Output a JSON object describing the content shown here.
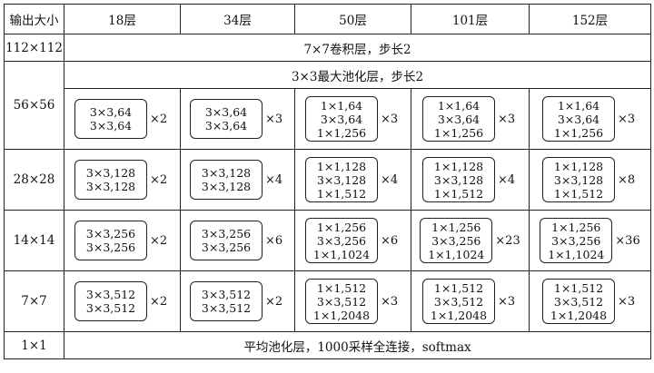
{
  "table": {
    "header": [
      "输出大小",
      "18层",
      "34层",
      "50层",
      "101层",
      "152层"
    ],
    "conv1": {
      "size": "112×112",
      "text": "7×7卷积层，步长2"
    },
    "pool": {
      "text": "3×3最大池化层，步长2"
    },
    "stages": [
      {
        "size": "56×56",
        "blocks": [
          {
            "lines": [
              "3×3,64",
              "3×3,64"
            ],
            "mult": "×2"
          },
          {
            "lines": [
              "3×3,64",
              "3×3,64"
            ],
            "mult": "×3"
          },
          {
            "lines": [
              "1×1,64",
              "3×3,64",
              "1×1,256"
            ],
            "mult": "×3"
          },
          {
            "lines": [
              "1×1,64",
              "3×3,64",
              "1×1,256"
            ],
            "mult": "×3"
          },
          {
            "lines": [
              "1×1,64",
              "3×3,64",
              "1×1,256"
            ],
            "mult": "×3"
          }
        ]
      },
      {
        "size": "28×28",
        "blocks": [
          {
            "lines": [
              "3×3,128",
              "3×3,128"
            ],
            "mult": "×2"
          },
          {
            "lines": [
              "3×3,128",
              "3×3,128"
            ],
            "mult": "×4"
          },
          {
            "lines": [
              "1×1,128",
              "3×3,128",
              "1×1,512"
            ],
            "mult": "×4"
          },
          {
            "lines": [
              "1×1,128",
              "3×3,128",
              "1×1,512"
            ],
            "mult": "×4"
          },
          {
            "lines": [
              "1×1,128",
              "3×3,128",
              "1×1,512"
            ],
            "mult": "×8"
          }
        ]
      },
      {
        "size": "14×14",
        "blocks": [
          {
            "lines": [
              "3×3,256",
              "3×3,256"
            ],
            "mult": "×2"
          },
          {
            "lines": [
              "3×3,256",
              "3×3,256"
            ],
            "mult": "×6"
          },
          {
            "lines": [
              "1×1,256",
              "3×3,256",
              "1×1,1024"
            ],
            "mult": "×6"
          },
          {
            "lines": [
              "1×1,256",
              "3×3,256",
              "1×1,1024"
            ],
            "mult": "×23"
          },
          {
            "lines": [
              "1×1,256",
              "3×3,256",
              "1×1,1024"
            ],
            "mult": "×36"
          }
        ]
      },
      {
        "size": "7×7",
        "blocks": [
          {
            "lines": [
              "3×3,512",
              "3×3,512"
            ],
            "mult": "×2"
          },
          {
            "lines": [
              "3×3,512",
              "3×3,512"
            ],
            "mult": "×2"
          },
          {
            "lines": [
              "1×1,512",
              "3×3,512",
              "1×1,2048"
            ],
            "mult": "×3"
          },
          {
            "lines": [
              "1×1,512",
              "3×3,512",
              "1×1,2048"
            ],
            "mult": "×3"
          },
          {
            "lines": [
              "1×1,512",
              "3×3,512",
              "1×1,2048"
            ],
            "mult": "×3"
          }
        ]
      }
    ],
    "final": {
      "size": "1×1",
      "text": "平均池化层，1000采样全连接，softmax"
    }
  }
}
